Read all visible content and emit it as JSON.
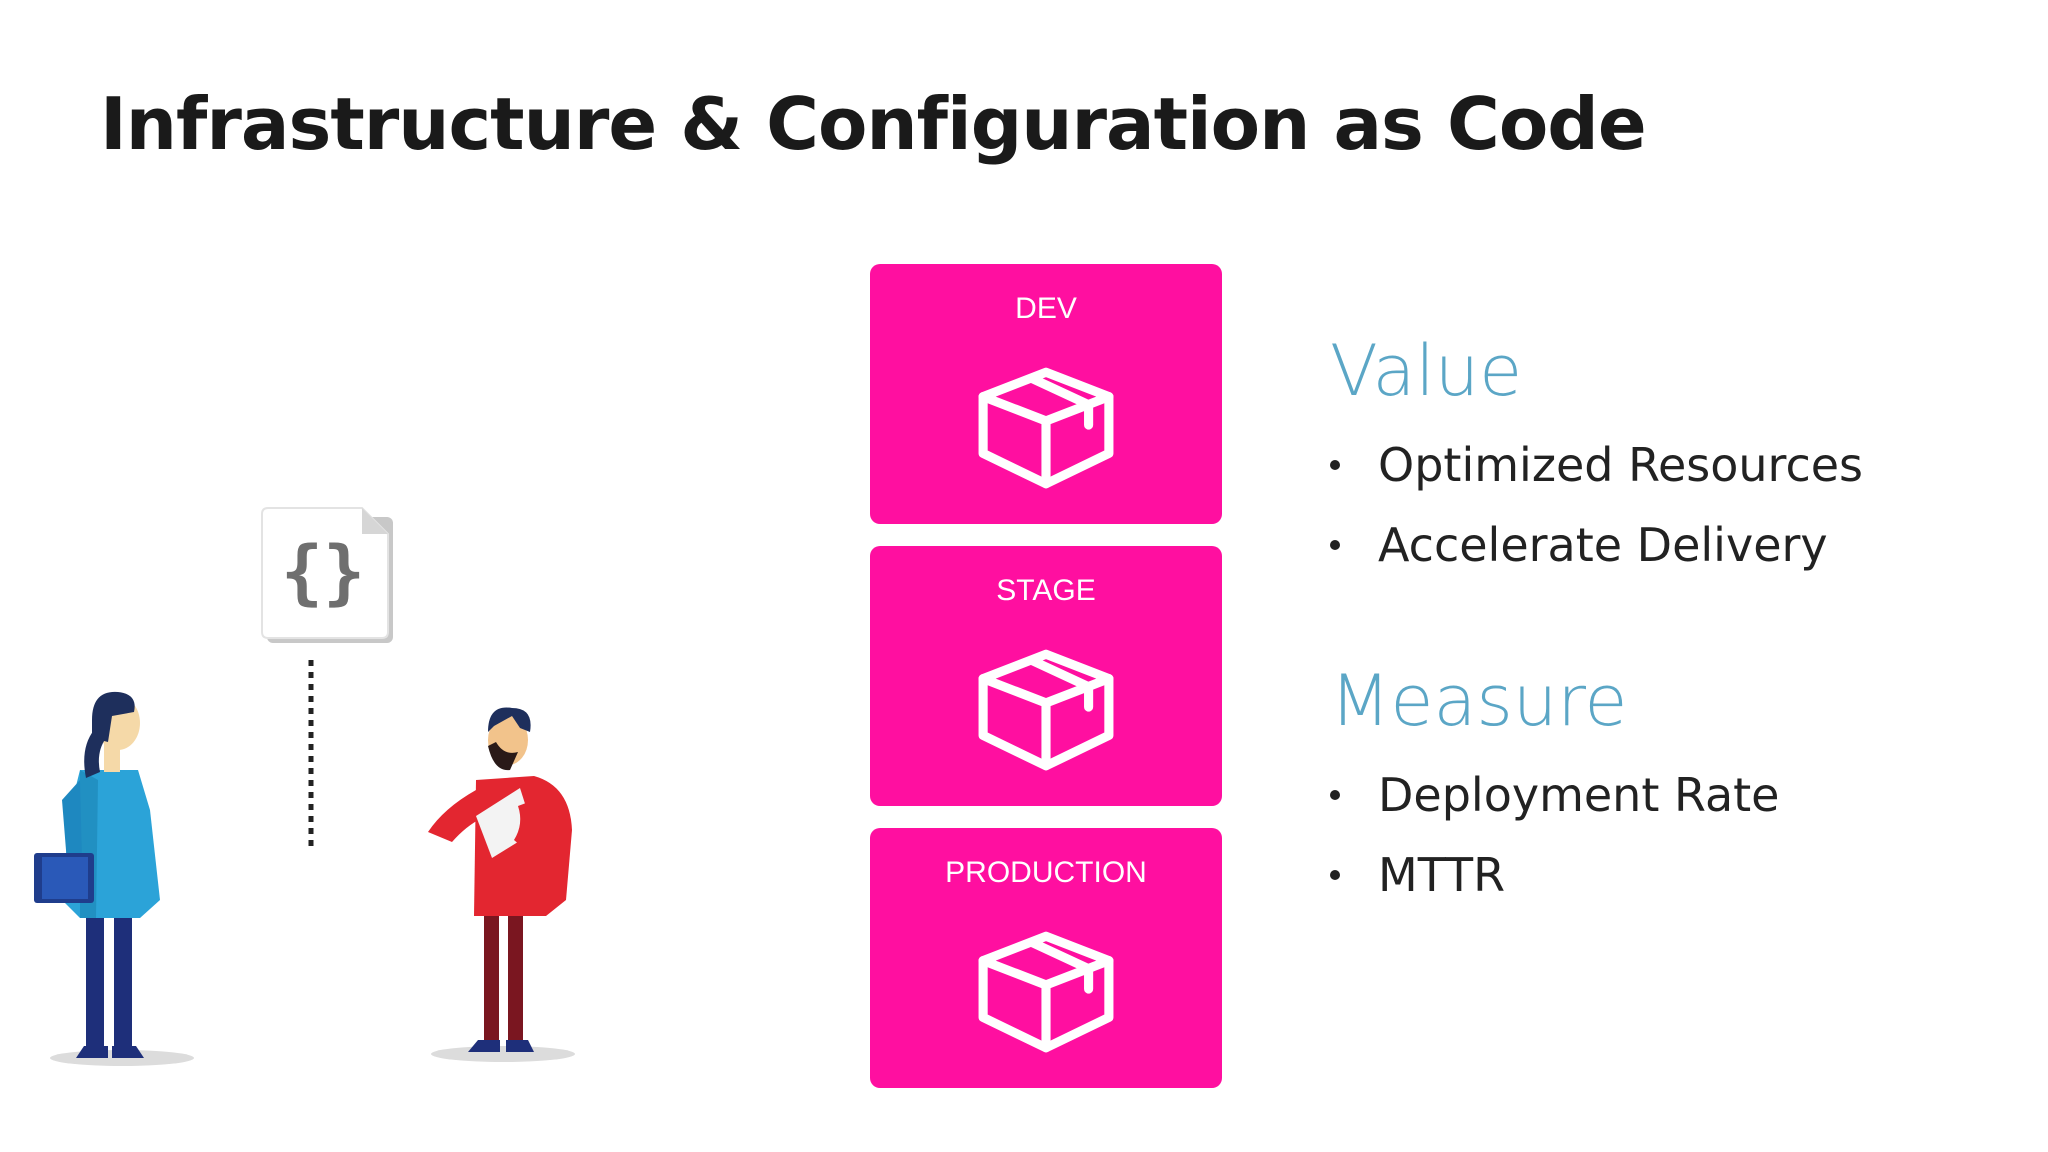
{
  "slide": {
    "title": "Infrastructure & Configuration as Code"
  },
  "illustration": {
    "code_file_glyph": "{}",
    "icons": [
      "person-with-tablet",
      "code-file-icon",
      "person-with-document"
    ]
  },
  "environments": [
    {
      "label": "DEV",
      "icon": "box-icon"
    },
    {
      "label": "STAGE",
      "icon": "box-icon"
    },
    {
      "label": "PRODUCTION",
      "icon": "box-icon"
    }
  ],
  "value": {
    "heading": "Value",
    "items": [
      "Optimized Resources",
      "Accelerate Delivery"
    ]
  },
  "measure": {
    "heading": "Measure",
    "items": [
      "Deployment Rate",
      "MTTR"
    ]
  },
  "colors": {
    "card": "#ff0fa0",
    "heading": "#5ba6c6",
    "title": "#1a1a1a"
  }
}
